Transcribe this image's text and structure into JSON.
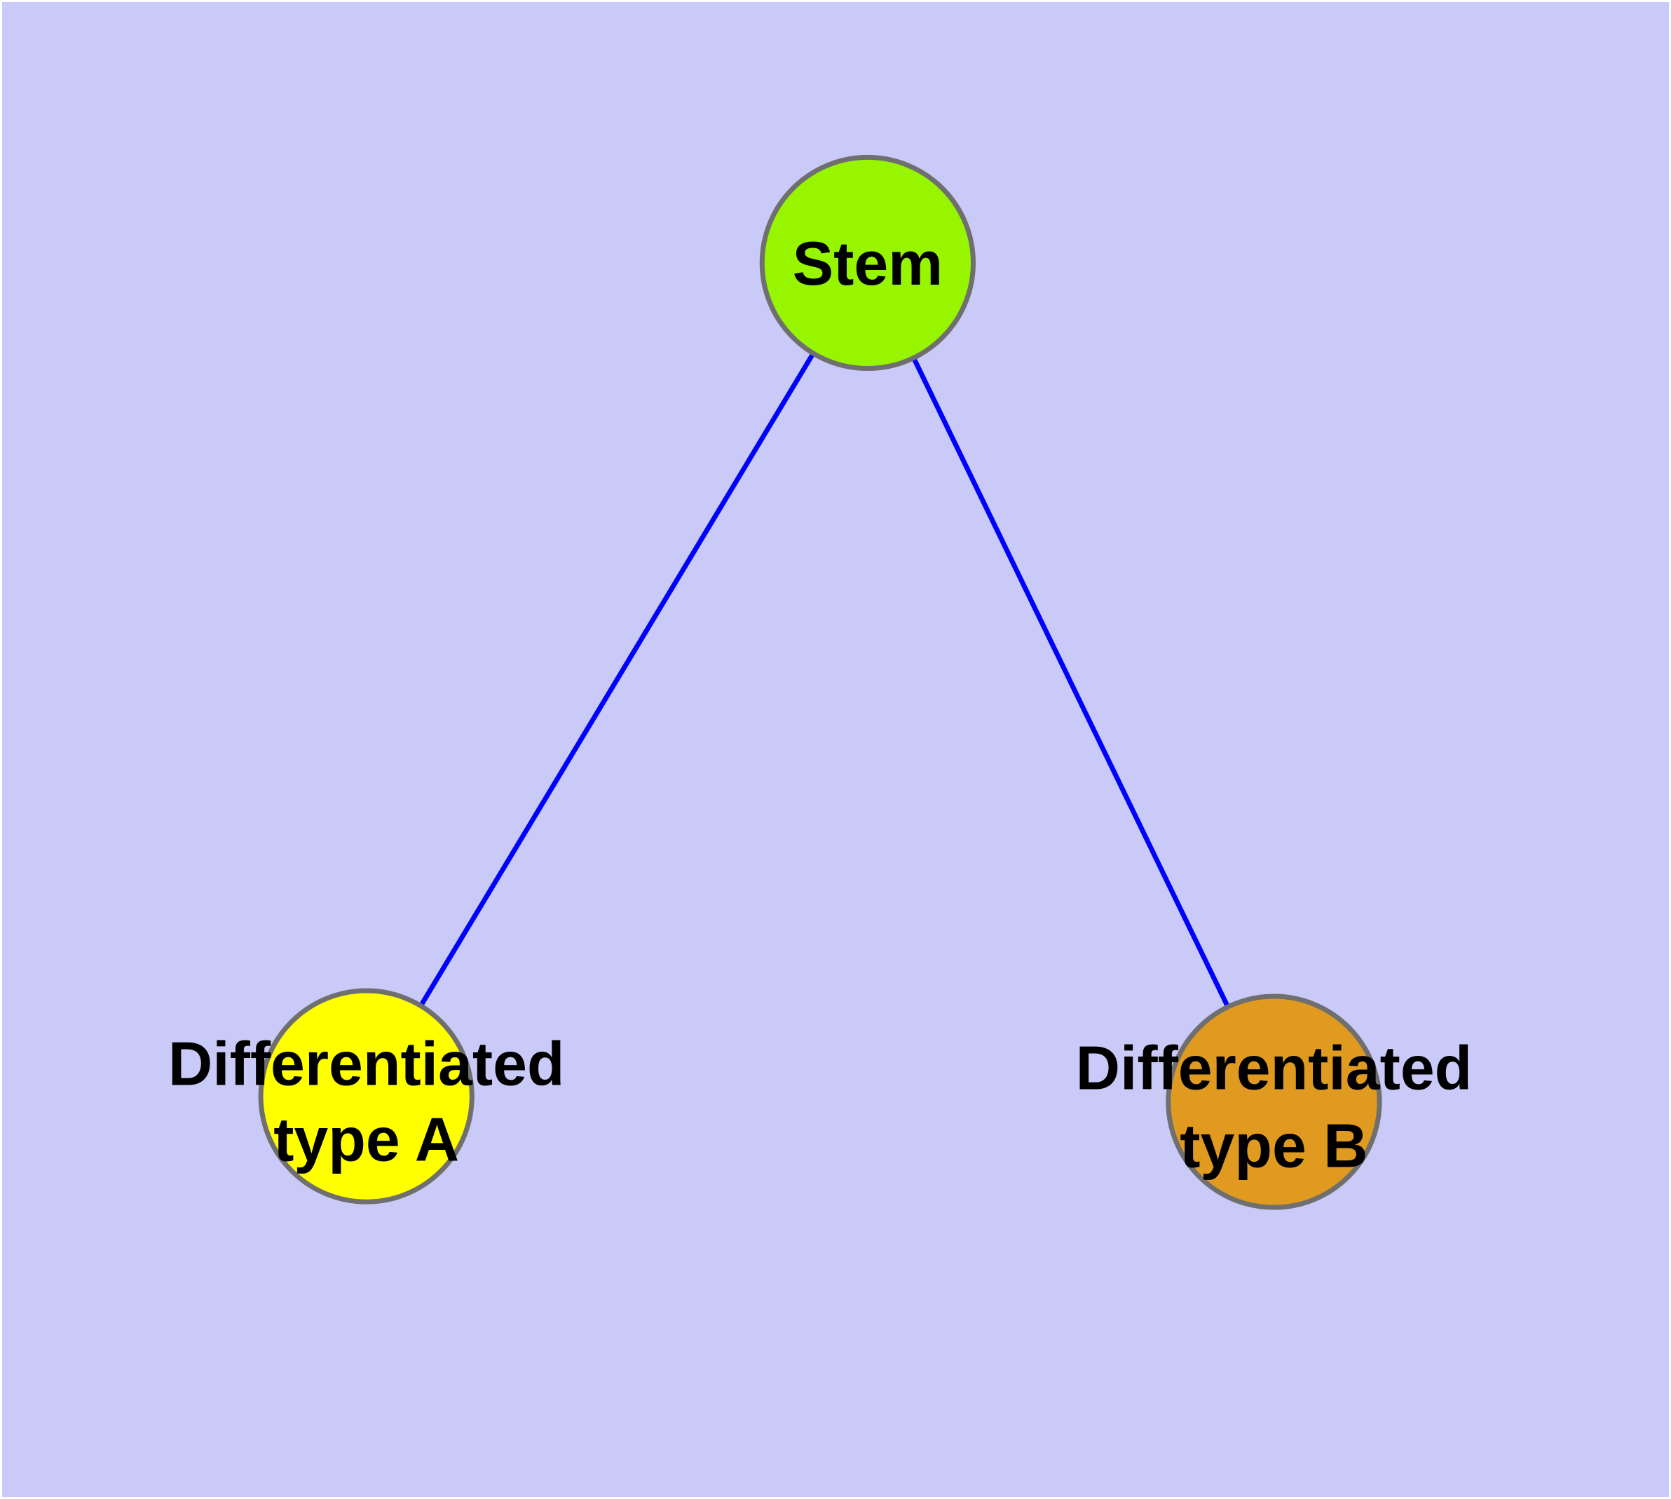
{
  "diagram": {
    "type": "graph",
    "background_color": "#cacaf8",
    "margin_color": "#ffffff",
    "node_border_color": "#6f6f6f",
    "edge_color": "#0000ff",
    "text_color": "#000000",
    "nodes": {
      "stem": {
        "label": "Stem",
        "fill": "#97f500"
      },
      "type_a": {
        "label_line1": "Differentiated",
        "label_line2": "type A",
        "fill": "#ffff00"
      },
      "type_b": {
        "label_line1": "Differentiated",
        "label_line2": "type B",
        "fill": "#e09a20"
      }
    },
    "edges": [
      {
        "from": "Stem",
        "to": "Differentiated type A",
        "color": "#0000ff"
      },
      {
        "from": "Stem",
        "to": "Differentiated type B",
        "color": "#0000ff"
      }
    ]
  }
}
